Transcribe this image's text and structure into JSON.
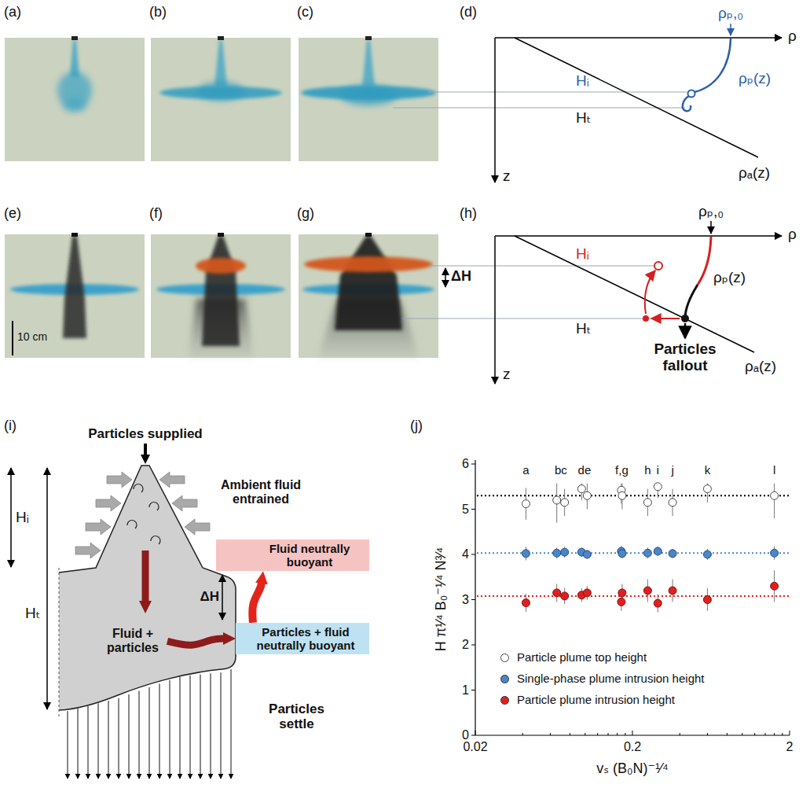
{
  "diagram": {
    "nodes": [
      {
        "text": [
          "Fluid neutrally buoyant"
        ]
      },
      {
        "text": [
          "Fluid + particles"
        ]
      },
      {
        "text": [
          "Particles + fluid neutrally buoyant"
        ]
      }
    ],
    "edges": [
      {
        "from": 1,
        "to": 2,
        "arrow": "to"
      },
      {
        "from": 2,
        "to": 0,
        "arrow": "to"
      }
    ],
    "labels": [
      "(a)",
      "(b)",
      "(c)",
      "(d)",
      "(e)",
      "(f)",
      "(g)",
      "(h)",
      "10 cm",
      "ρₚ,₀",
      "ρ",
      "Hᵢ",
      "ρₚ(z)",
      "Hₜ",
      "z",
      "ρₐ(z)",
      "ρₚ,₀",
      "ρ",
      "Hᵢ",
      "ΔH",
      "ρₚ(z)",
      "Hₜ",
      "Particles fallout",
      "ρₐ(z)",
      "z",
      "(i)",
      "Particles supplied",
      "Ambient fluid entrained",
      "Hᵢ",
      "Hₜ",
      "ΔH",
      "Particles settle",
      "(j)",
      "0",
      "1",
      "2",
      "3",
      "4",
      "5",
      "6",
      "0.02",
      "0.2",
      "2",
      "H π¹⁄⁴ B₀⁻¹⁄⁴ N³⁄⁴",
      "vₛ (B₀N)⁻¹⁄⁴",
      "a",
      "bc",
      "de",
      "f,g",
      "h",
      "i",
      "j",
      "k",
      "l"
    ],
    "legend": [
      {
        "text": "Particle plume top height"
      },
      {
        "text": "Single-phase plume intrusion height",
        "color": "#4a86c8"
      },
      {
        "text": "Particle plume intrusion height",
        "color": "#e02020"
      }
    ]
  }
}
